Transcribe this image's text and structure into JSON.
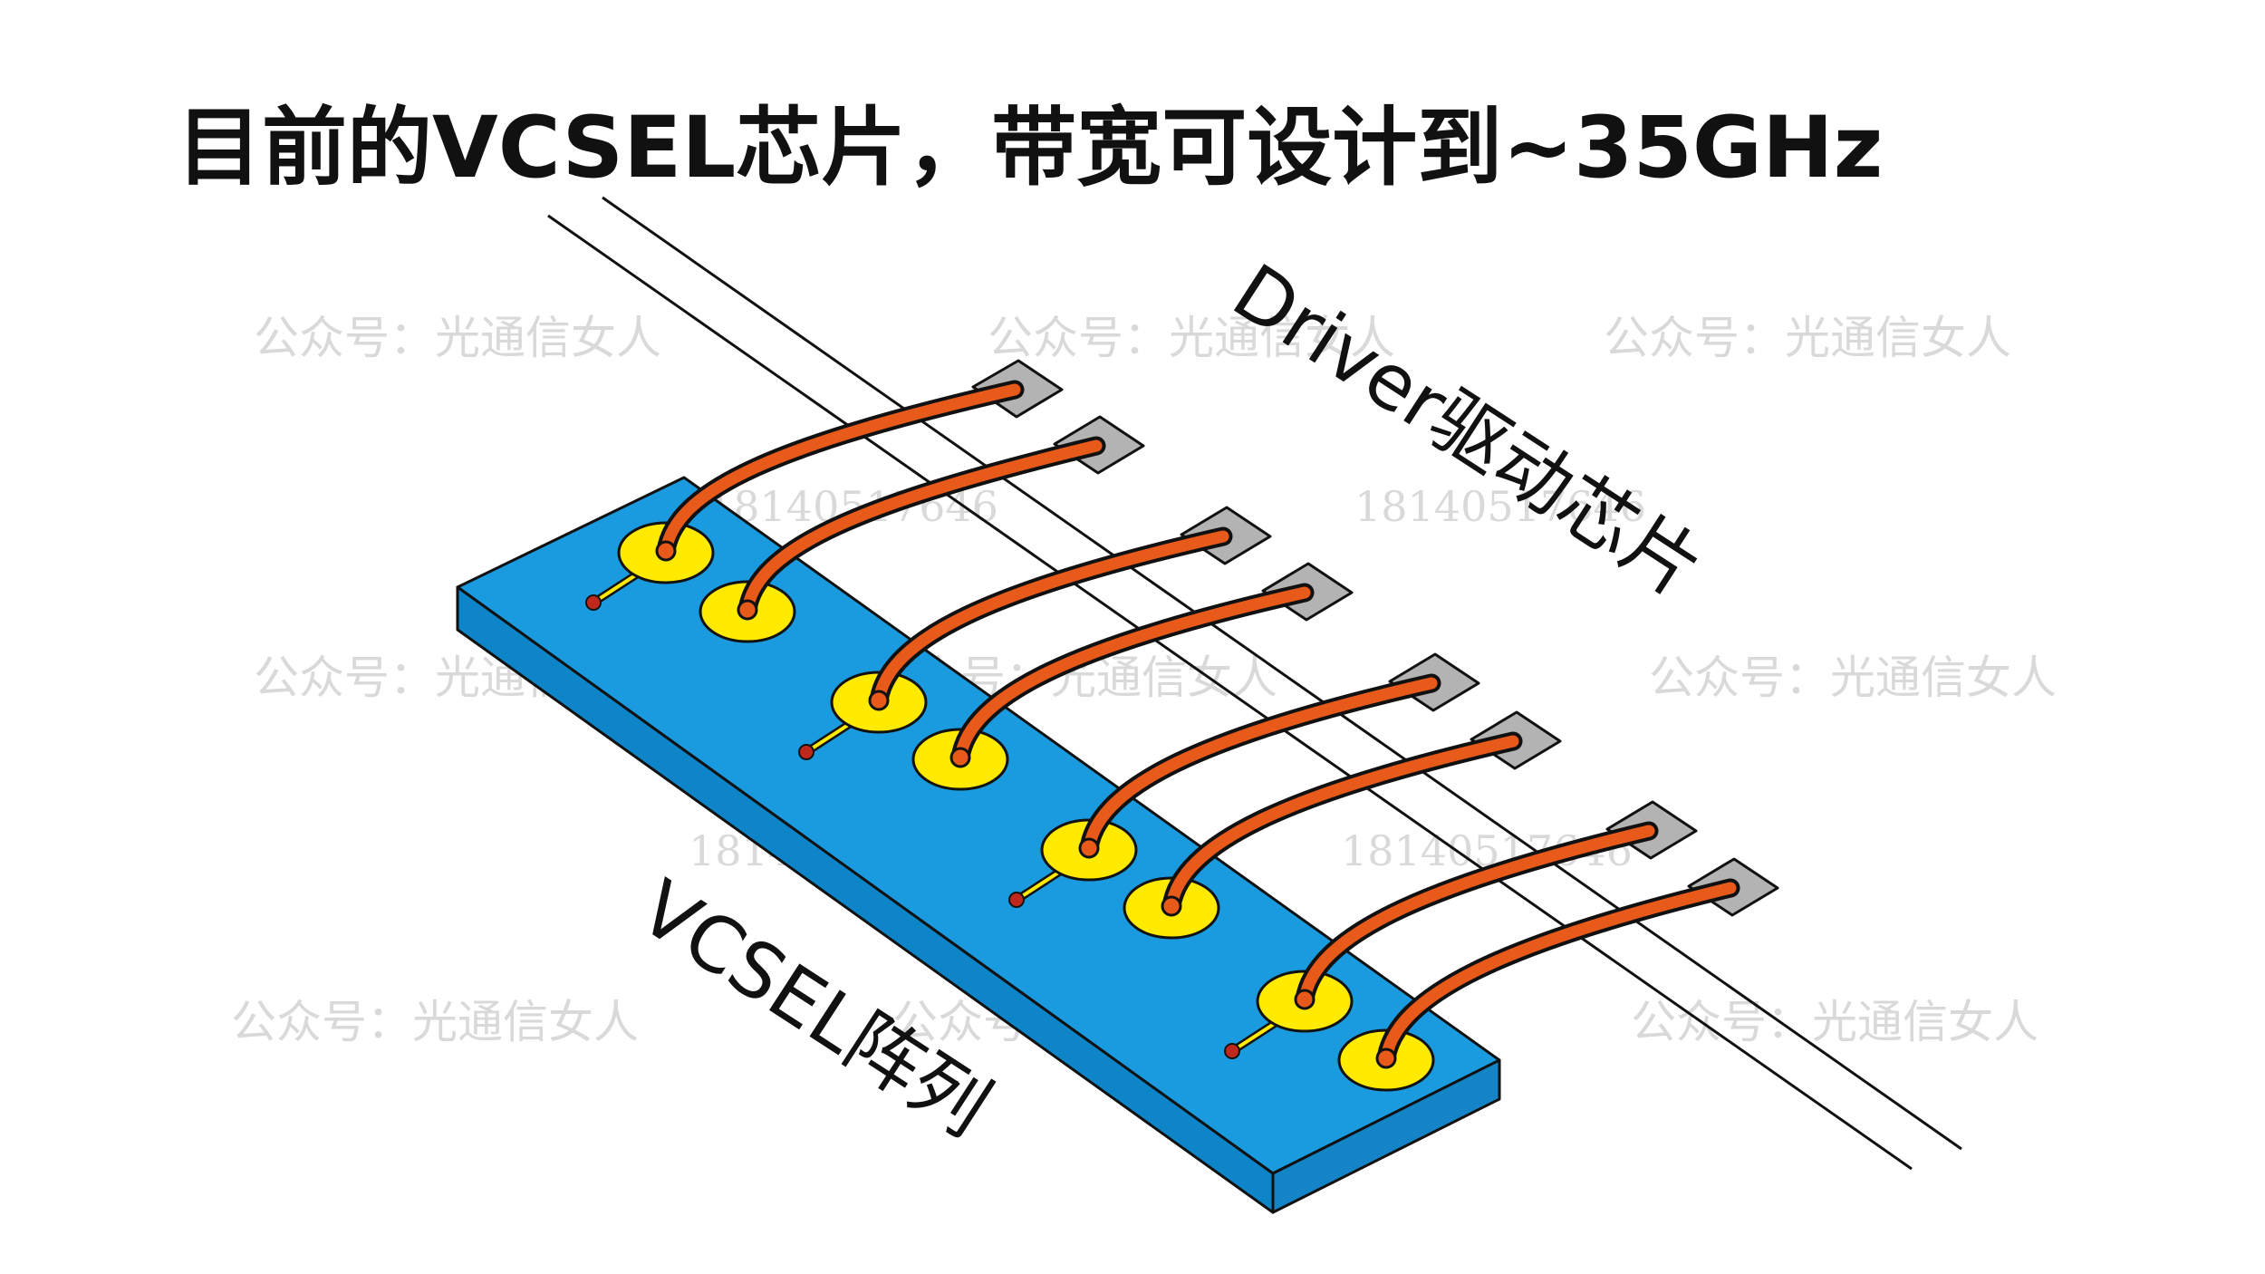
{
  "title": "目前的VCSEL芯片，带宽可设计到~35GHz",
  "labels": {
    "driver": "Driver驱动芯片",
    "vcsel_array": "VCSEL阵列"
  },
  "watermarks": {
    "account": "公众号：光通信女人",
    "phone": "18140517646"
  },
  "colors": {
    "substrate_top": "#1a9be0",
    "substrate_side": "#0d85c8",
    "pad": "#ffea00",
    "wire": "#e85a1a",
    "driver_pad": "#b3b3b3",
    "emitter": "#c0281e"
  }
}
